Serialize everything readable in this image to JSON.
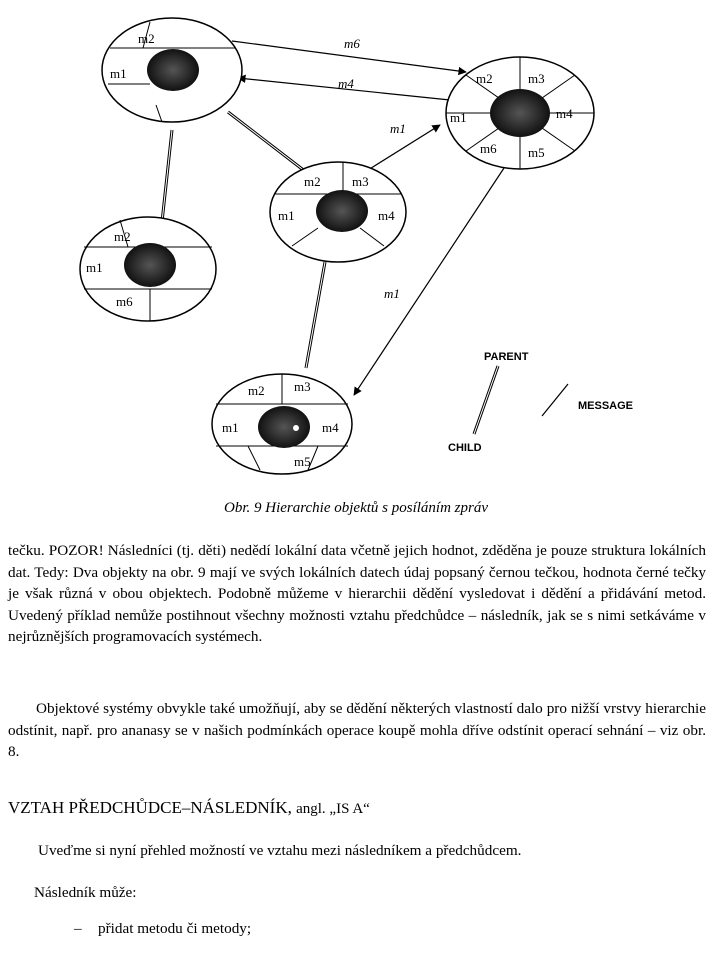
{
  "figure": {
    "caption": "Obr. 9 Hierarchie objektů s posíláním zpráv",
    "objects": [
      {
        "id": "top-left",
        "labels": [
          "m2",
          "m1"
        ]
      },
      {
        "id": "right",
        "labels": [
          "m2",
          "m3",
          "m1",
          "m4",
          "m6",
          "m5"
        ]
      },
      {
        "id": "middle",
        "labels": [
          "m2",
          "m3",
          "m1",
          "m4"
        ]
      },
      {
        "id": "left",
        "labels": [
          "m2",
          "m1",
          "m6"
        ]
      },
      {
        "id": "bottom",
        "labels": [
          "m2",
          "m3",
          "m1",
          "m4",
          "m5"
        ]
      }
    ],
    "messages": [
      "m6",
      "m4",
      "m1",
      "m1"
    ],
    "legend": {
      "parent": "PARENT",
      "child": "CHILD",
      "message": "MESSAGE"
    }
  },
  "text": {
    "p1": [
      "tečku. POZOR! Následníci (tj. děti) nedědí lokální data včetně jejich hodnot, zděděna je",
      "pouze struktura lokálních dat. Tedy: Dva objekty na obr. 9 mají ve svých lokálních datech",
      "údaj popsaný černou tečkou, hodnota černé tečky je však různá v obou objektech. Podobně",
      "můžeme v hierarchii dědění vysledovat i dědění a přidávání metod. Uvedený příklad",
      "nemůže postihnout všechny možnosti vztahu předchůdce – následník, jak se s nimi",
      "setkáváme v nejrůznějších programovacích systémech."
    ],
    "p2": [
      "Objektové systémy obvykle také umožňují, aby se dědění některých vlastností dalo",
      "pro nižší vrstvy hierarchie odstínit, např. pro ananasy se v našich podmínkách operace",
      "koupě mohla dříve odstínit operací sehnání – viz obr. 8."
    ],
    "heading_main": "VZTAH PŘEDCHŮDCE–NÁSLEDNÍK,",
    "heading_tail": "angl. „IS A“",
    "intro": "Uveďme si nyní přehled možností ve vztahu mezi následníkem a předchůdcem.",
    "successor_can": "Následník může:",
    "list": [
      {
        "dash": "–",
        "text": "přidat metodu či metody;"
      }
    ]
  }
}
